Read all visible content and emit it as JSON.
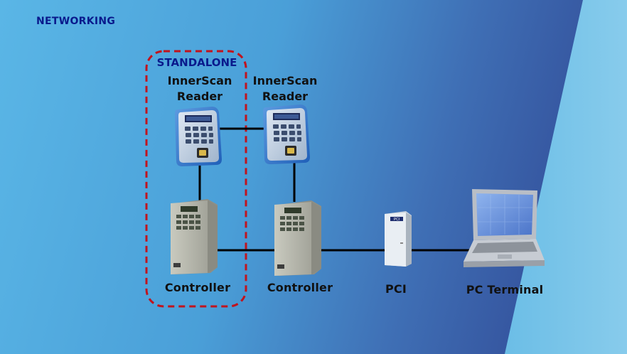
{
  "title": "NETWORKING",
  "standalone_label": "STANDALONE",
  "nodes": {
    "reader1": {
      "line1": "InnerScan",
      "line2": "Reader"
    },
    "reader2": {
      "line1": "InnerScan",
      "line2": "Reader"
    },
    "controller1": {
      "label": "Controller"
    },
    "controller2": {
      "label": "Controller"
    },
    "pci": {
      "label": "PCI",
      "badge": "PCI"
    },
    "pc": {
      "label": "PC Terminal"
    }
  },
  "colors": {
    "background_left": "#5fb0e2",
    "background_right": "#3a5fa6",
    "title": "#0a1a8c",
    "dashed_box": "#c0141e",
    "connector": "#000000"
  },
  "icons": [
    "reader-icon",
    "controller-icon",
    "pci-icon",
    "laptop-icon"
  ]
}
